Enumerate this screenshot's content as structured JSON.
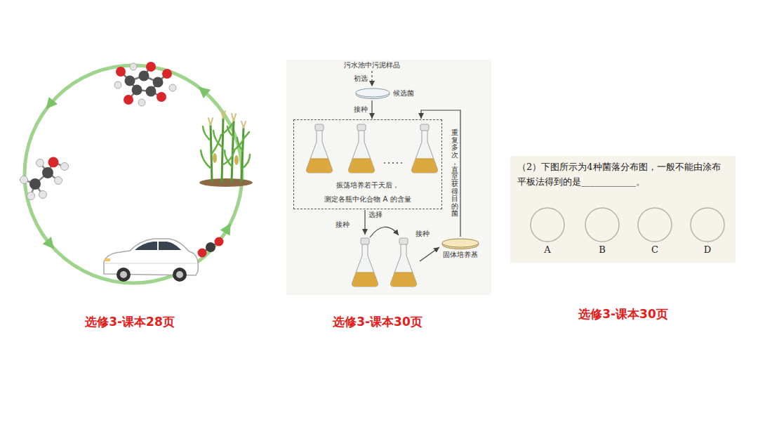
{
  "diagram": {
    "nodes": [
      {
        "text": [
          "污水池中污泥样品"
        ]
      },
      {
        "text": [
          "候选菌"
        ]
      },
      {
        "text": [
          "振荡培养若干天后， 测定各瓶中化合物 A 的含量"
        ]
      },
      {
        "text": [
          "固体培养基"
        ]
      },
      {
        "text": [
          "（2）下图所示为4种菌落分布图，一般不能由涂布平板法得到的是____________。"
        ]
      },
      {
        "text": [
          "A"
        ],
        "in": 4
      },
      {
        "text": [
          "B"
        ],
        "in": 4
      },
      {
        "text": [
          "C"
        ],
        "in": 4
      },
      {
        "text": [
          "D"
        ],
        "in": 4
      }
    ],
    "edges": [
      {
        "from": 0,
        "to": 1,
        "arrow": "to",
        "label": "初选"
      },
      {
        "from": 1,
        "to": 2,
        "arrow": "to",
        "label": "接种"
      },
      {
        "from": 3,
        "to": 2,
        "arrow": "to",
        "label": "重复多次，直至获得目的菌"
      }
    ],
    "labels": [
      "选择",
      "接种",
      "接种",
      "选修3-课本28页",
      "选修3-课本30页",
      "选修3-课本30页"
    ]
  }
}
